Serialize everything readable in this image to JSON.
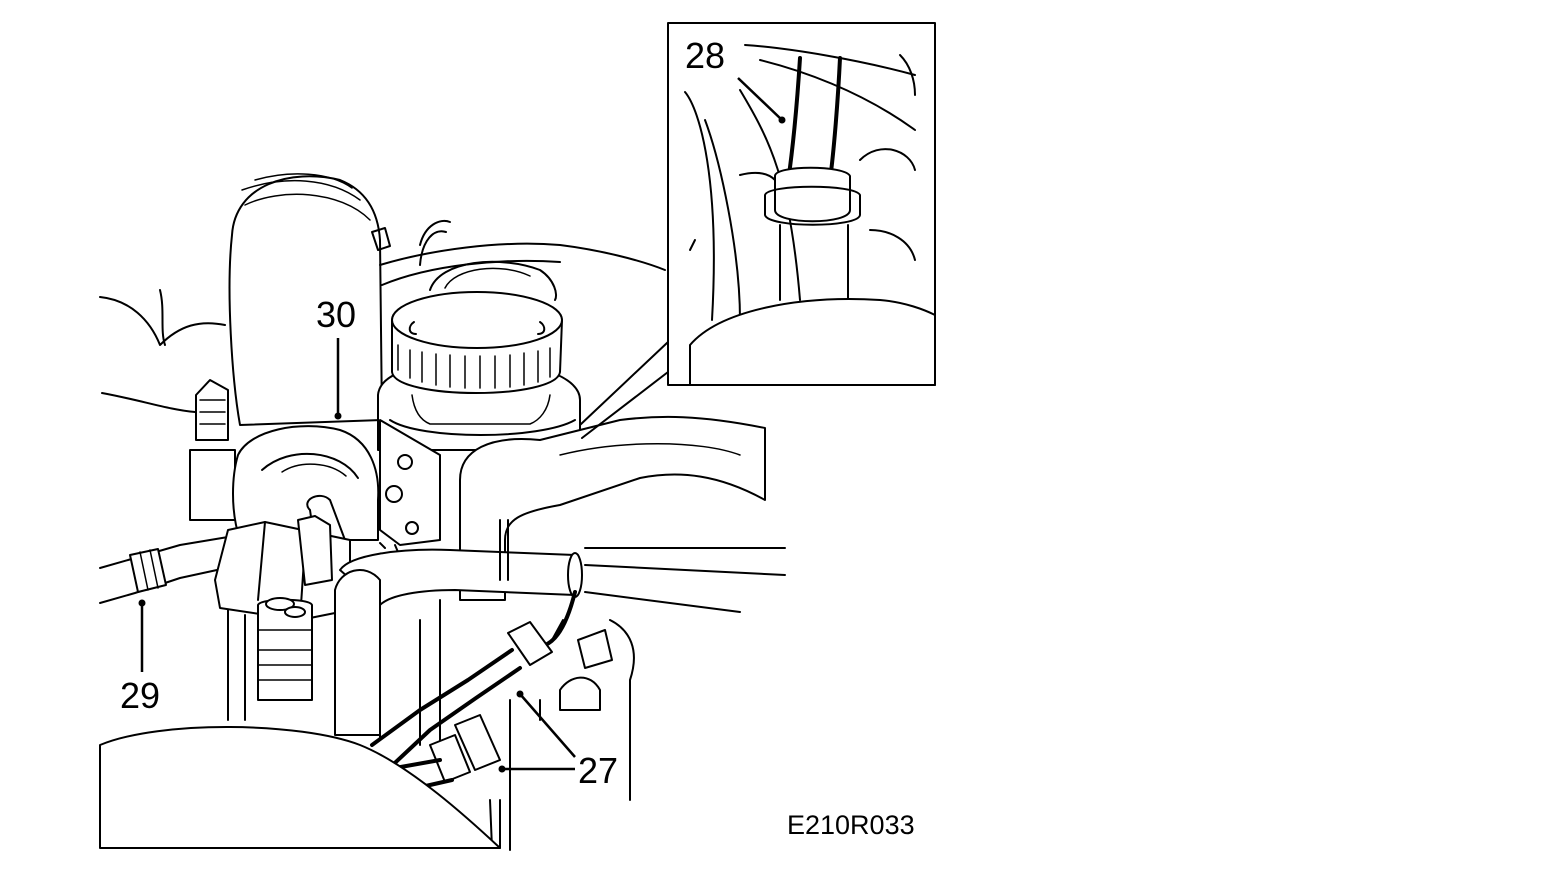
{
  "callouts": {
    "c27": "27",
    "c28": "28",
    "c29": "29",
    "c30": "30"
  },
  "figure_code": "E210R033",
  "colors": {
    "line": "#000000",
    "background": "#ffffff"
  }
}
